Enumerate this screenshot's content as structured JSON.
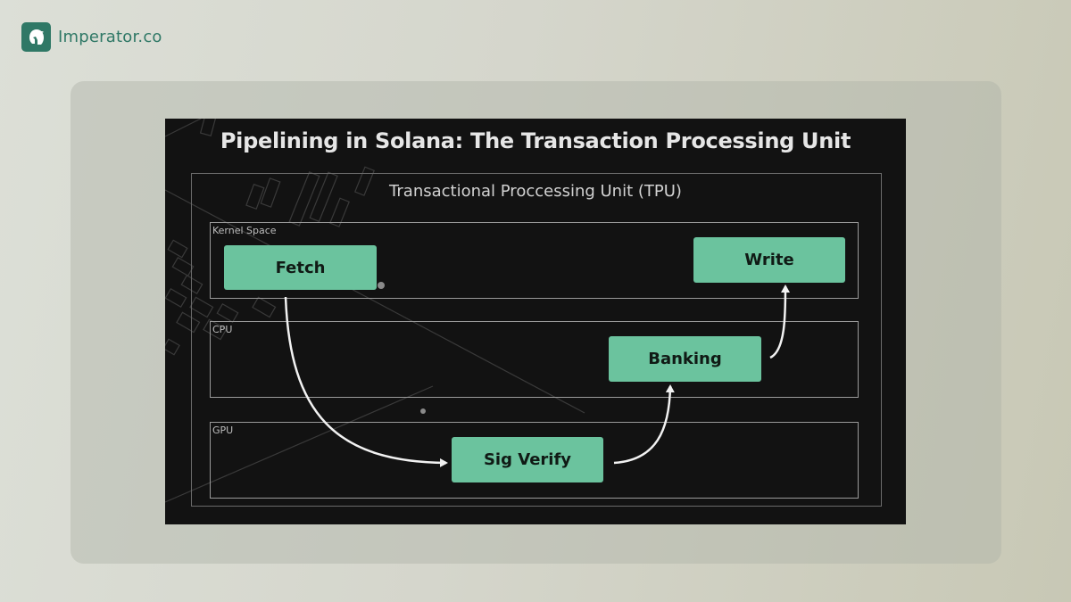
{
  "brand": {
    "name": "Imperator.co",
    "logo_icon": "spartan-helmet-icon",
    "color": "#2f7866"
  },
  "slide": {
    "title": "Pipelining in Solana: The Transaction Processing Unit",
    "tpu_label": "Transactional Proccessing Unit (TPU)",
    "lanes": [
      {
        "label": "Kernel Space"
      },
      {
        "label": "CPU"
      },
      {
        "label": "GPU"
      }
    ],
    "stages": [
      {
        "label": "Fetch",
        "lane": "Kernel Space"
      },
      {
        "label": "Sig Verify",
        "lane": "GPU"
      },
      {
        "label": "Banking",
        "lane": "CPU"
      },
      {
        "label": "Write",
        "lane": "Kernel Space"
      }
    ],
    "stage_color": "#6bc39e",
    "background_color": "#121212"
  }
}
